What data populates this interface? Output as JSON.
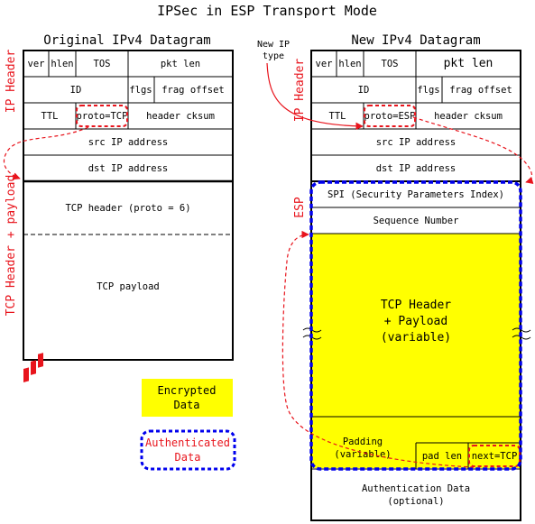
{
  "title": "IPSec in ESP Transport Mode",
  "left": {
    "heading": "Original IPv4 Datagram",
    "fields": {
      "ver": "ver",
      "hlen": "hlen",
      "tos": "TOS",
      "pkt_len": "pkt len",
      "id": "ID",
      "flgs": "flgs",
      "frag_offset": "frag offset",
      "ttl": "TTL",
      "proto": "proto=TCP",
      "header_cksum": "header cksum",
      "src": "src IP address",
      "dst": "dst IP address",
      "tcp_header": "TCP header (proto = 6)",
      "tcp_payload": "TCP payload"
    },
    "side_labels": {
      "ip_header": "IP Header",
      "tcp": "TCP Header + payload"
    }
  },
  "right": {
    "heading": "New IPv4 Datagram",
    "fields": {
      "ver": "ver",
      "hlen": "hlen",
      "tos": "TOS",
      "pkt_len": "pkt len",
      "id": "ID",
      "flgs": "flgs",
      "frag_offset": "frag offset",
      "ttl": "TTL",
      "proto": "proto=ESP",
      "header_cksum": "header cksum",
      "src": "src IP address",
      "dst": "dst IP address",
      "spi": "SPI (Security Parameters Index)",
      "seq": "Sequence Number",
      "tcp_line1": "TCP Header",
      "tcp_line2": "+ Payload",
      "tcp_line3": "(variable)",
      "padding_line1": "Padding",
      "padding_line2": "(variable)",
      "pad_len": "pad len",
      "next": "next=TCP",
      "auth_line1": "Authentication Data",
      "auth_line2": "(optional)"
    },
    "side_labels": {
      "ip_header": "IP Header",
      "esp": "ESP"
    },
    "annotation_line1": "New IP",
    "annotation_line2": "type"
  },
  "legend": {
    "encrypted_line1": "Encrypted",
    "encrypted_line2": "Data",
    "authenticated_line1": "Authenticated",
    "authenticated_line2": "Data"
  },
  "colors": {
    "encrypted_fill": "#ffff00",
    "auth_border": "#0000ee",
    "accent_red": "#e8141c"
  }
}
